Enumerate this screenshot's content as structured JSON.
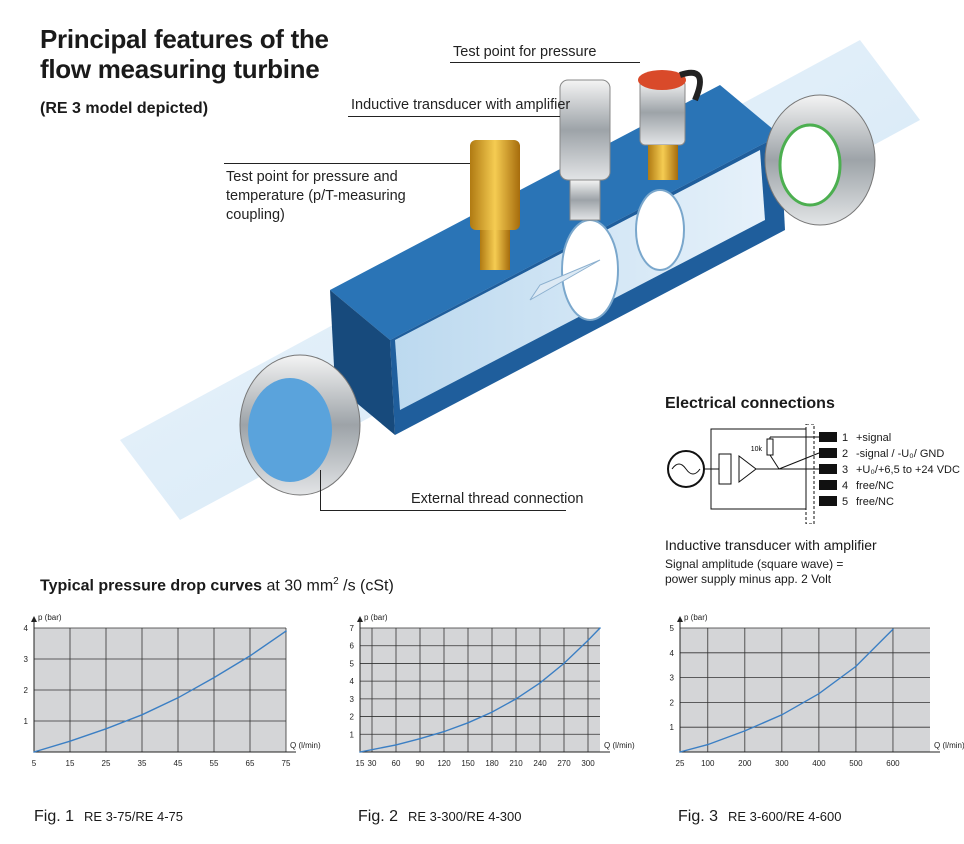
{
  "header": {
    "title_line1": "Principal features of the",
    "title_line2": "flow measuring turbine",
    "subtitle": "(RE 3 model depicted)"
  },
  "callouts": {
    "test_point_pressure": "Test point for pressure",
    "inductive_transducer": "Inductive transducer with amplifier",
    "pt_coupling_line1": "Test point for pressure and",
    "pt_coupling_line2": "temperature (p/T-measuring",
    "pt_coupling_line3": "coupling)",
    "external_thread": "External thread connection"
  },
  "electrical": {
    "title": "Electrical connections",
    "resistor": "10k",
    "pins": [
      {
        "num": "1",
        "label": "+signal"
      },
      {
        "num": "2",
        "label": "-signal / -U₀/ GND"
      },
      {
        "num": "3",
        "label": "+U₀/+6,5 to +24 VDC"
      },
      {
        "num": "4",
        "label": "free/NC"
      },
      {
        "num": "5",
        "label": "free/NC"
      }
    ],
    "caption": "Inductive transducer with amplifier",
    "note_line1": "Signal amplitude (square wave) =",
    "note_line2": "power supply minus app. 2 Volt"
  },
  "curves_heading": {
    "bold": "Typical pressure drop curves",
    "rest_pre": " at 30 mm",
    "sup": "2",
    "rest_post": " /s (cSt)"
  },
  "colors": {
    "curve": "#3b7fc4",
    "grid_bg": "#d4d5d7",
    "pipe_blue": "#1f5e9c"
  },
  "chart_data": [
    {
      "type": "line",
      "ylabel": "p (bar)",
      "xlabel": "Q (l/min)",
      "x_ticks": [
        "5",
        "15",
        "25",
        "35",
        "45",
        "55",
        "65",
        "75"
      ],
      "y_ticks": [
        "1",
        "2",
        "3",
        "4"
      ],
      "xlim": [
        5,
        75
      ],
      "ylim": [
        0,
        4
      ],
      "x": [
        5,
        15,
        25,
        35,
        45,
        55,
        65,
        75
      ],
      "y": [
        0,
        0.35,
        0.75,
        1.2,
        1.75,
        2.4,
        3.1,
        3.9
      ],
      "fig_label": "Fig. 1",
      "model": "RE 3-75/RE 4-75"
    },
    {
      "type": "line",
      "ylabel": "p (bar)",
      "xlabel": "Q (l/min)",
      "x_ticks": [
        "15",
        "30",
        "60",
        "90",
        "120",
        "150",
        "180",
        "210",
        "240",
        "270",
        "300"
      ],
      "y_ticks": [
        "1",
        "2",
        "3",
        "4",
        "5",
        "6",
        "7"
      ],
      "xlim": [
        15,
        315
      ],
      "ylim": [
        0,
        7
      ],
      "x": [
        15,
        60,
        90,
        120,
        150,
        180,
        210,
        240,
        270,
        300,
        315
      ],
      "y": [
        0,
        0.4,
        0.75,
        1.15,
        1.65,
        2.25,
        3.0,
        3.9,
        5.0,
        6.3,
        7.0
      ],
      "fig_label": "Fig. 2",
      "model": "RE 3-300/RE 4-300"
    },
    {
      "type": "line",
      "ylabel": "p (bar)",
      "xlabel": "Q (l/min)",
      "x_ticks": [
        "25",
        "100",
        "200",
        "300",
        "400",
        "500",
        "600"
      ],
      "y_ticks": [
        "1",
        "2",
        "3",
        "4",
        "5"
      ],
      "xlim": [
        25,
        700
      ],
      "ylim": [
        0,
        5
      ],
      "x": [
        25,
        100,
        200,
        300,
        400,
        500,
        600
      ],
      "y": [
        0,
        0.3,
        0.85,
        1.5,
        2.35,
        3.45,
        4.95
      ],
      "fig_label": "Fig. 3",
      "model": "RE 3-600/RE 4-600"
    }
  ]
}
